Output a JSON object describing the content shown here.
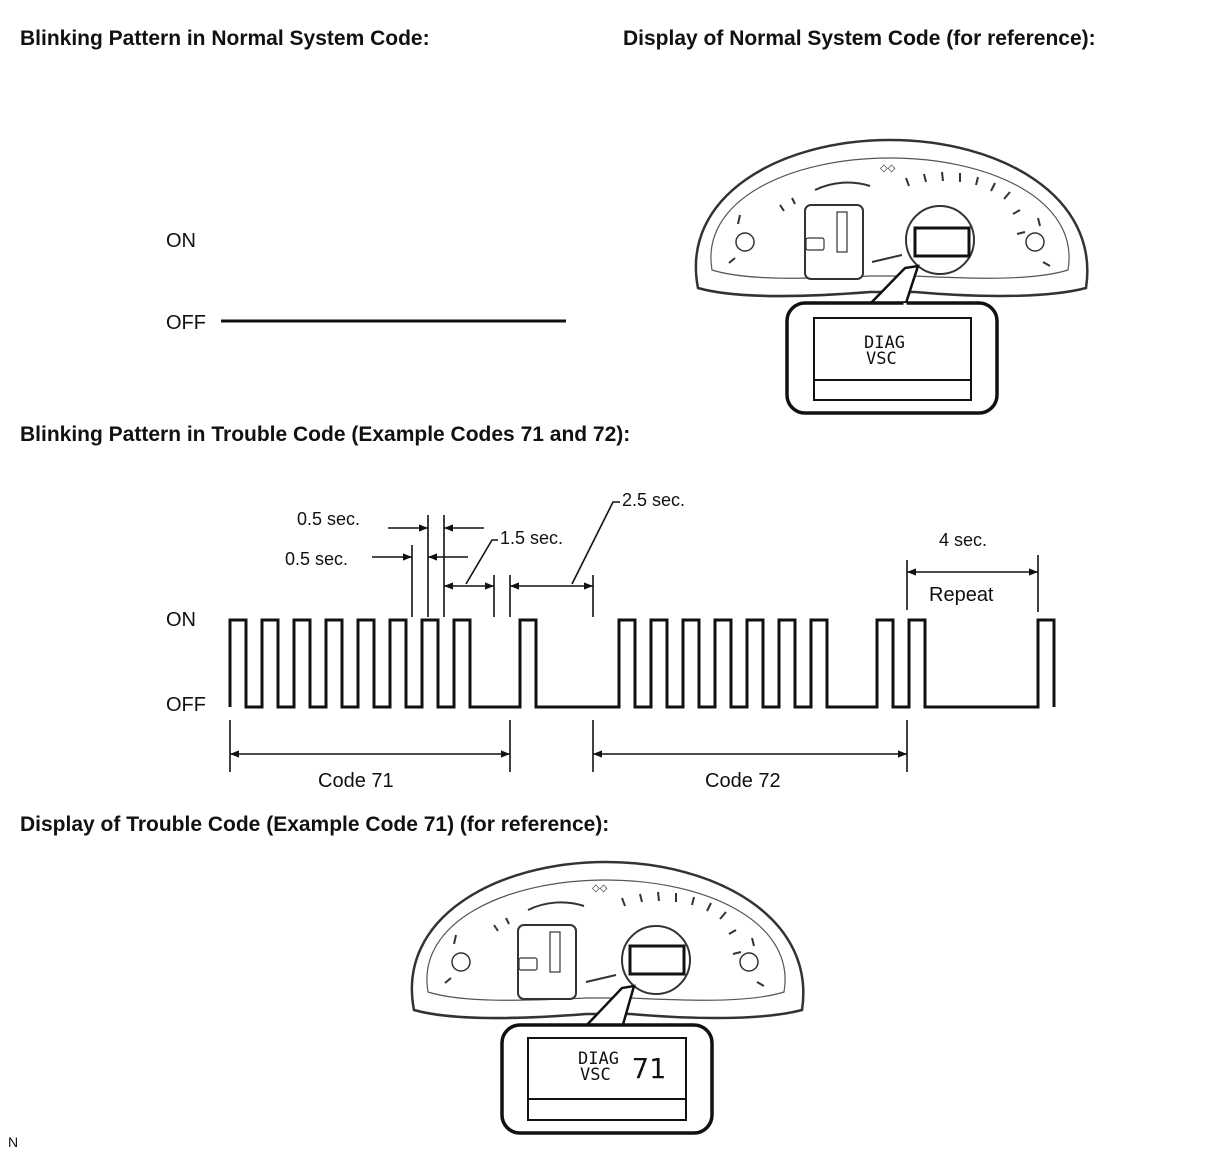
{
  "headings": {
    "normal_pattern": "Blinking Pattern in Normal System Code:",
    "normal_display": "Display of Normal System Code (for reference):",
    "trouble_pattern": "Blinking Pattern in Trouble Code (Example Codes 71 and 72):",
    "trouble_display": "Display of Trouble Code (Example Code 71) (for reference):"
  },
  "normal_chart": {
    "on_label": "ON",
    "off_label": "OFF"
  },
  "trouble_chart": {
    "on_label": "ON",
    "off_label": "OFF",
    "dim_on_pulse": "0.5 sec.",
    "dim_off_pulse": "0.5 sec.",
    "dim_digit_gap": "1.5 sec.",
    "dim_code_gap": "2.5 sec.",
    "dim_repeat_gap": "4 sec.",
    "repeat_label": "Repeat",
    "code_a_label": "Code 71",
    "code_b_label": "Code 72"
  },
  "normal_display_panel": {
    "line1": "DIAG",
    "line2": "VSC",
    "code": ""
  },
  "trouble_display_panel": {
    "line1": "DIAG",
    "line2": "VSC",
    "code": "71"
  },
  "footer": {
    "mark": "N"
  }
}
